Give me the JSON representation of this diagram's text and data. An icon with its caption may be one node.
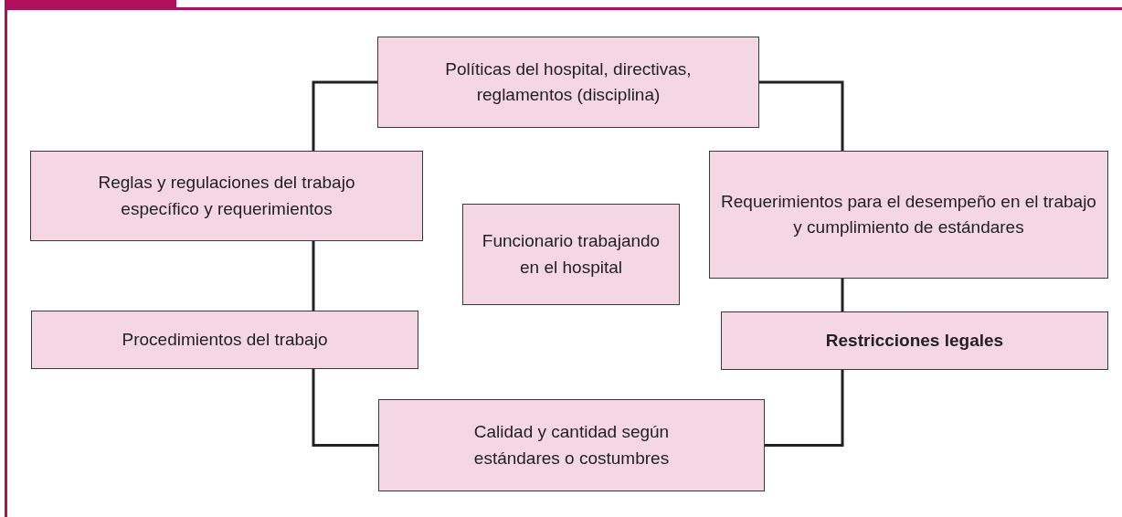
{
  "diagram": {
    "nodes": [
      {
        "text": [
          "Políticas del hospital, directivas, reglamentos (disciplina)"
        ]
      },
      {
        "text": [
          "Reglas y regulaciones del trabajo específico y requerimientos"
        ]
      },
      {
        "text": [
          "Requerimientos para el desempeño en el trabajo y cumplimiento de estándares"
        ]
      },
      {
        "text": [
          "Funcionario trabajando en el hospital"
        ]
      },
      {
        "text": [
          "Procedimientos del trabajo"
        ]
      },
      {
        "text": [
          "Restricciones legales"
        ]
      },
      {
        "text": [
          "Calidad y cantidad según estándares o costumbres"
        ]
      }
    ],
    "edges": [
      {
        "from": 0,
        "to": 1,
        "arrow": "none"
      },
      {
        "from": 0,
        "to": 2,
        "arrow": "none"
      },
      {
        "from": 1,
        "to": 4,
        "arrow": "none"
      },
      {
        "from": 2,
        "to": 5,
        "arrow": "none"
      },
      {
        "from": 4,
        "to": 6,
        "arrow": "none"
      },
      {
        "from": 5,
        "to": 6,
        "arrow": "none"
      }
    ]
  }
}
